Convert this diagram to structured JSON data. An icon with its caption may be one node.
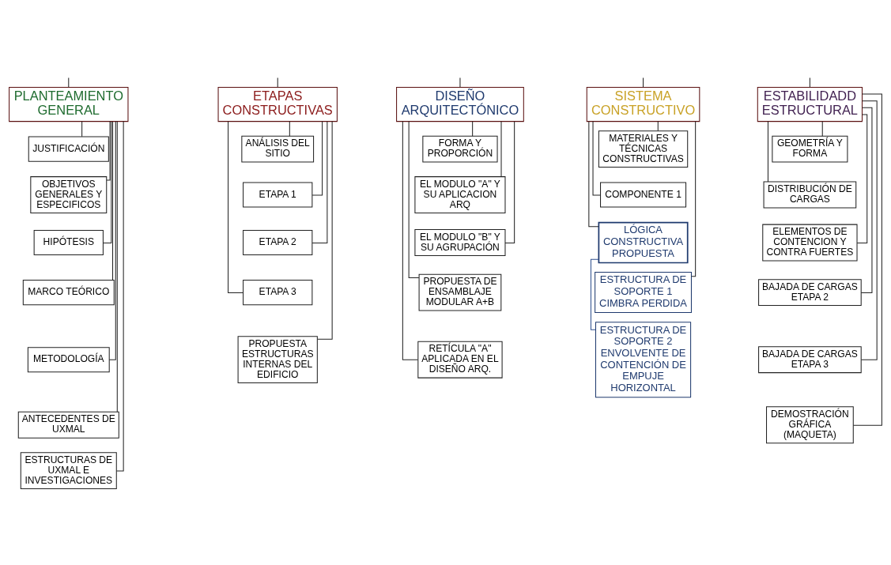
{
  "diagram": {
    "nodes": [
      {
        "text": [
          "PLANTEAMIENTO GENERAL"
        ]
      },
      {
        "text": [
          "JUSTIFICACIÓN"
        ]
      },
      {
        "text": [
          "OBJETIVOS GENERALES Y ESPECIFICOS"
        ]
      },
      {
        "text": [
          "HIPÓTESIS"
        ]
      },
      {
        "text": [
          "MARCO TEÓRICO"
        ]
      },
      {
        "text": [
          "METODOLOGÍA"
        ]
      },
      {
        "text": [
          "ANTECEDENTES DE UXMAL"
        ]
      },
      {
        "text": [
          "ESTRUCTURAS DE UXMAL E INVESTIGACIONES"
        ]
      },
      {
        "text": [
          "ETAPAS CONSTRUCTIVAS"
        ]
      },
      {
        "text": [
          "ANÁLISIS DEL SITIO"
        ]
      },
      {
        "text": [
          "ETAPA 1"
        ]
      },
      {
        "text": [
          "ETAPA 2"
        ]
      },
      {
        "text": [
          "ETAPA 3"
        ]
      },
      {
        "text": [
          "PROPUESTA ESTRUCTURAS INTERNAS DEL EDIFICIO"
        ]
      },
      {
        "text": [
          "DISEÑO ARQUITECTÓNICO"
        ]
      },
      {
        "text": [
          "FORMA Y PROPORCIÓN"
        ]
      },
      {
        "text": [
          "EL MODULO \"A\" Y SU APLICACION ARQ"
        ]
      },
      {
        "text": [
          "EL MODULO \"B\" Y SU AGRUPACIÓN"
        ]
      },
      {
        "text": [
          "PROPUESTA DE ENSAMBLAJE MODULAR A+B"
        ]
      },
      {
        "text": [
          "RETÍCULA \"A\" APLICADA EN EL DISEÑO ARQ."
        ]
      },
      {
        "text": [
          "SISTEMA CONSTRUCTIVO"
        ]
      },
      {
        "text": [
          "MATERIALES Y TÉCNICAS CONSTRUCTIVAS"
        ]
      },
      {
        "text": [
          "COMPONENTE 1"
        ]
      },
      {
        "text": [
          "LÓGICA CONSTRUCTIVA",
          "PROPUESTA"
        ]
      },
      {
        "text": [
          "ESTRUCTURA DE SOPORTE 1",
          "CIMBRA PERDIDA"
        ]
      },
      {
        "text": [
          "ESTRUCTURA DE SOPORTE 2",
          "ENVOLVENTE DE CONTENCIÓN DE EMPUJE HORIZONTAL"
        ]
      },
      {
        "text": [
          "ESTABILIDADD ESTRUCTURAL"
        ]
      },
      {
        "text": [
          "GEOMETRÍA Y FORMA"
        ]
      },
      {
        "text": [
          "DISTRIBUCIÓN DE CARGAS"
        ]
      },
      {
        "text": [
          "ELEMENTOS DE CONTENCION Y CONTRA FUERTES"
        ]
      },
      {
        "text": [
          "BAJADA DE CARGAS",
          "ETAPA 2"
        ]
      },
      {
        "text": [
          "BAJADA DE CARGAS",
          "ETAPA 3"
        ]
      },
      {
        "text": [
          "DEMOSTRACIÓN GRÁFICA (MAQUETA)"
        ]
      }
    ],
    "edges": [
      {
        "from": null,
        "to": 0,
        "arrow": "none"
      },
      {
        "from": null,
        "to": 8,
        "arrow": "none"
      },
      {
        "from": null,
        "to": 14,
        "arrow": "none"
      },
      {
        "from": null,
        "to": 20,
        "arrow": "none"
      },
      {
        "from": null,
        "to": 26,
        "arrow": "none"
      },
      {
        "from": 0,
        "to": 1,
        "arrow": "none"
      },
      {
        "from": 0,
        "to": 2,
        "arrow": "none"
      },
      {
        "from": 0,
        "to": 3,
        "arrow": "none"
      },
      {
        "from": 0,
        "to": 4,
        "arrow": "none"
      },
      {
        "from": 0,
        "to": 5,
        "arrow": "none"
      },
      {
        "from": 0,
        "to": 6,
        "arrow": "none"
      },
      {
        "from": 0,
        "to": 7,
        "arrow": "none"
      },
      {
        "from": 8,
        "to": 9,
        "arrow": "none"
      },
      {
        "from": 8,
        "to": 10,
        "arrow": "none"
      },
      {
        "from": 8,
        "to": 11,
        "arrow": "none"
      },
      {
        "from": 8,
        "to": 12,
        "arrow": "none"
      },
      {
        "from": 8,
        "to": 13,
        "arrow": "none"
      },
      {
        "from": 14,
        "to": 15,
        "arrow": "none"
      },
      {
        "from": 14,
        "to": 16,
        "arrow": "none"
      },
      {
        "from": 14,
        "to": 17,
        "arrow": "none"
      },
      {
        "from": 14,
        "to": 18,
        "arrow": "none"
      },
      {
        "from": 14,
        "to": 19,
        "arrow": "none"
      },
      {
        "from": 20,
        "to": 21,
        "arrow": "none"
      },
      {
        "from": 20,
        "to": 22,
        "arrow": "none"
      },
      {
        "from": 20,
        "to": 23,
        "arrow": "none"
      },
      {
        "from": 20,
        "to": 24,
        "arrow": "none"
      },
      {
        "from": 23,
        "to": 25,
        "arrow": "none",
        "color": "#2f4f8f"
      },
      {
        "from": 26,
        "to": 27,
        "arrow": "none"
      },
      {
        "from": 26,
        "to": 28,
        "arrow": "none"
      },
      {
        "from": 26,
        "to": 29,
        "arrow": "none"
      },
      {
        "from": 26,
        "to": 30,
        "arrow": "none"
      },
      {
        "from": 26,
        "to": 31,
        "arrow": "none"
      },
      {
        "from": 26,
        "to": 32,
        "arrow": "none"
      }
    ]
  }
}
